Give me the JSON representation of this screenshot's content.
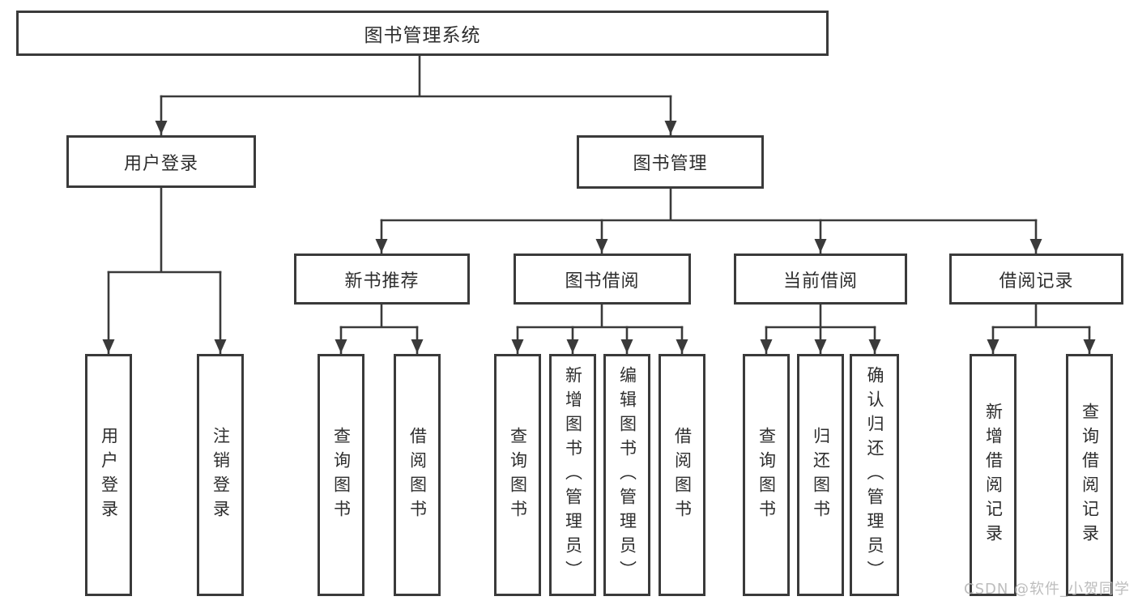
{
  "diagram": {
    "root": {
      "label": "图书管理系统"
    },
    "branches": [
      {
        "label": "用户登录",
        "children": [
          {
            "label": "用户登录"
          },
          {
            "label": "注销登录"
          }
        ]
      },
      {
        "label": "图书管理",
        "children": [
          {
            "label": "新书推荐",
            "children": [
              {
                "label": "查询图书"
              },
              {
                "label": "借阅图书"
              }
            ]
          },
          {
            "label": "图书借阅",
            "children": [
              {
                "label": "查询图书"
              },
              {
                "label": "新增图书（管理员）"
              },
              {
                "label": "编辑图书（管理员）"
              },
              {
                "label": "借阅图书"
              }
            ]
          },
          {
            "label": "当前借阅",
            "children": [
              {
                "label": "查询图书"
              },
              {
                "label": "归还图书"
              },
              {
                "label": "确认归还（管理员）"
              }
            ]
          },
          {
            "label": "借阅记录",
            "children": [
              {
                "label": "新增借阅记录"
              },
              {
                "label": "查询借阅记录"
              }
            ]
          }
        ]
      }
    ]
  },
  "watermark": {
    "text": "CSDN @软件_小贺同学"
  },
  "colors": {
    "line": "#3a3a3a",
    "text": "#2e2e2e",
    "background": "#ffffff",
    "watermark": "#b7b7b7"
  }
}
